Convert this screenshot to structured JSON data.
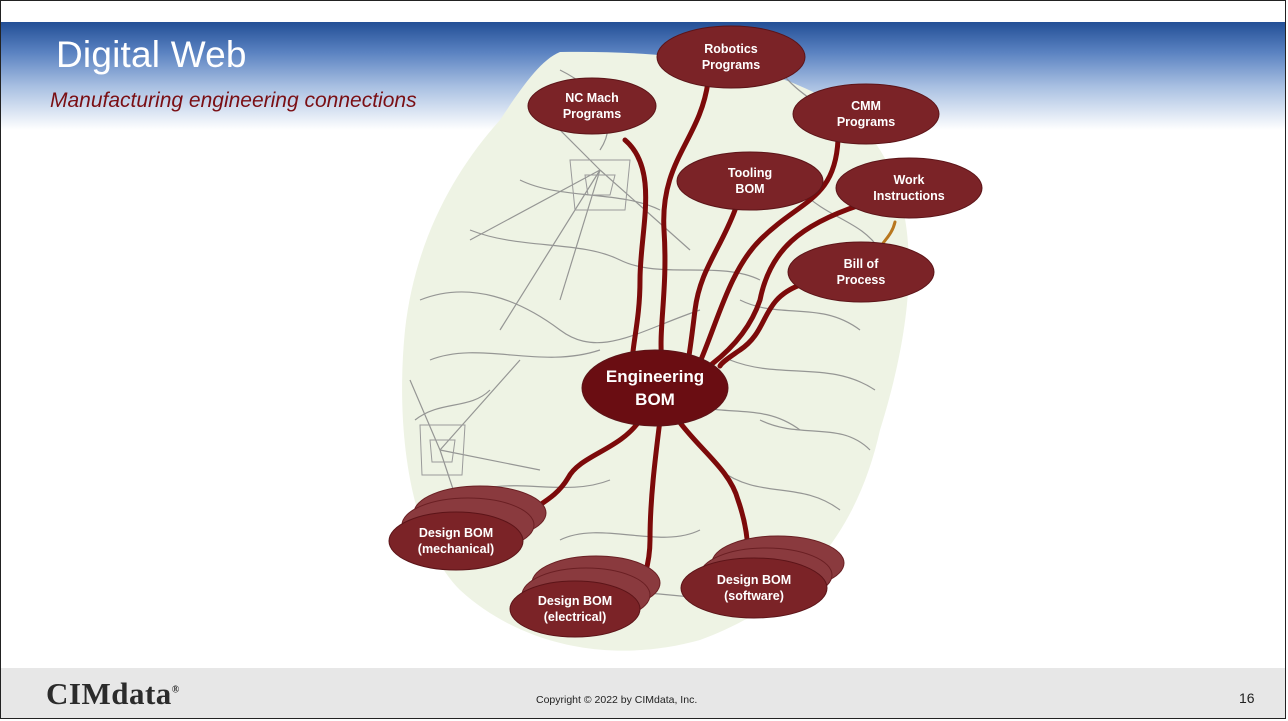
{
  "slide": {
    "title": "Digital Web",
    "subtitle": "Manufacturing engineering connections",
    "page_number": "16"
  },
  "footer": {
    "logo": "CIMdata",
    "logo_mark": "®",
    "copyright": "Copyright © 2022 by CIMdata, Inc."
  },
  "nodes": {
    "robotics": "Robotics\nPrograms",
    "nc_mach": "NC Mach\nPrograms",
    "cmm": "CMM\nPrograms",
    "tooling": "Tooling\nBOM",
    "work_instructions": "Work\nInstructions",
    "bill_of_process": "Bill of\nProcess",
    "engineering_bom": "Engineering\nBOM",
    "design_mech": "Design BOM\n(mechanical)",
    "design_elec": "Design BOM\n(electrical)",
    "design_soft": "Design BOM\n(software)"
  },
  "colors": {
    "node_fill": "#7b2327",
    "engineering_bom_fill": "#6a0d12",
    "connector": "#7c0a0a",
    "connector_alt": "#b8771f",
    "header_top": "#234f96",
    "title_text": "#ffffff",
    "subtitle_text": "#7a0f14",
    "web_background": "#eef3e4",
    "web_lines": "#8c8c8c",
    "footer_bg": "#e7e7e7"
  }
}
